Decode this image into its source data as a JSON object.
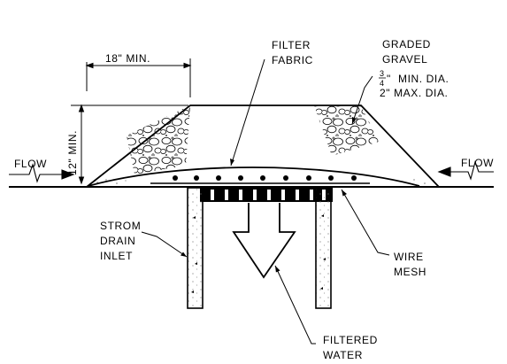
{
  "labels": {
    "dim_width": "18\" MIN.",
    "dim_height": "12\" MIN.",
    "filter_fabric": [
      "FILTER",
      "FABRIC"
    ],
    "graded_gravel": [
      "GRADED",
      "GRAVEL"
    ],
    "gravel_min": "MIN. DIA.",
    "gravel_min_fraction": [
      "3",
      "4"
    ],
    "gravel_min_suffix": "\"",
    "gravel_max": "2\" MAX. DIA.",
    "flow_left": "FLOW",
    "flow_right": "FLOW",
    "storm_drain": [
      "STROM",
      "DRAIN",
      "INLET"
    ],
    "wire_mesh": [
      "WIRE",
      "MESH"
    ],
    "filtered_water": [
      "FILTERED",
      "WATER"
    ]
  },
  "colors": {
    "line": "#000000",
    "background": "#ffffff",
    "speckle": "#777777"
  }
}
